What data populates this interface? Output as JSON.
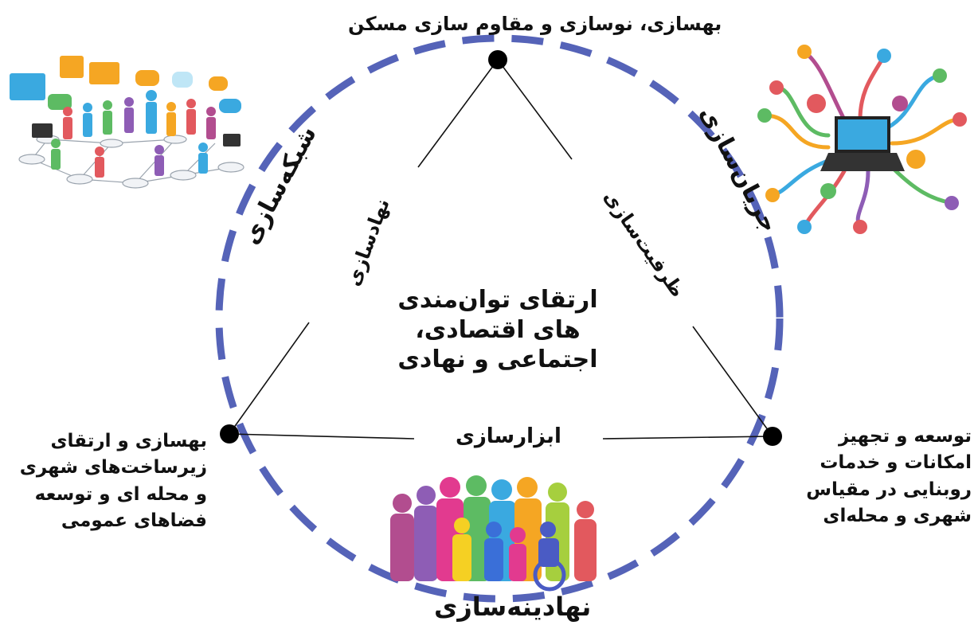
{
  "labels": {
    "top": "بهسازی، نوسازی و مقاوم سازی مسکن",
    "networking": "شبکه‌سازی",
    "streaming": "جریان‌سازی",
    "institution_building": "نهادسازی",
    "capacity_building": "ظرفیت‌سازی",
    "center": "ارتقای توان‌مندی های اقتصادی، اجتماعی و نهادی",
    "tooling": "ابزارسازی",
    "institutionalization": "نهادینه‌سازی",
    "left_block": "بهسازی و ارتقای زیرساخت‌های شهری و محله ای و توسعه فضاهای عمومی",
    "right_block": "توسعه و تجهیز امکانات و خدمات روبنایی در مقیاس شهری و محله‌ای"
  },
  "colors": {
    "circle_dash": "#5563b8",
    "line": "#111111",
    "node": "#000000"
  },
  "icons": {
    "top_left": "social-network-people-illustration",
    "top_right": "laptop-connectivity-network-illustration",
    "bottom": "diverse-people-group-illustration"
  }
}
